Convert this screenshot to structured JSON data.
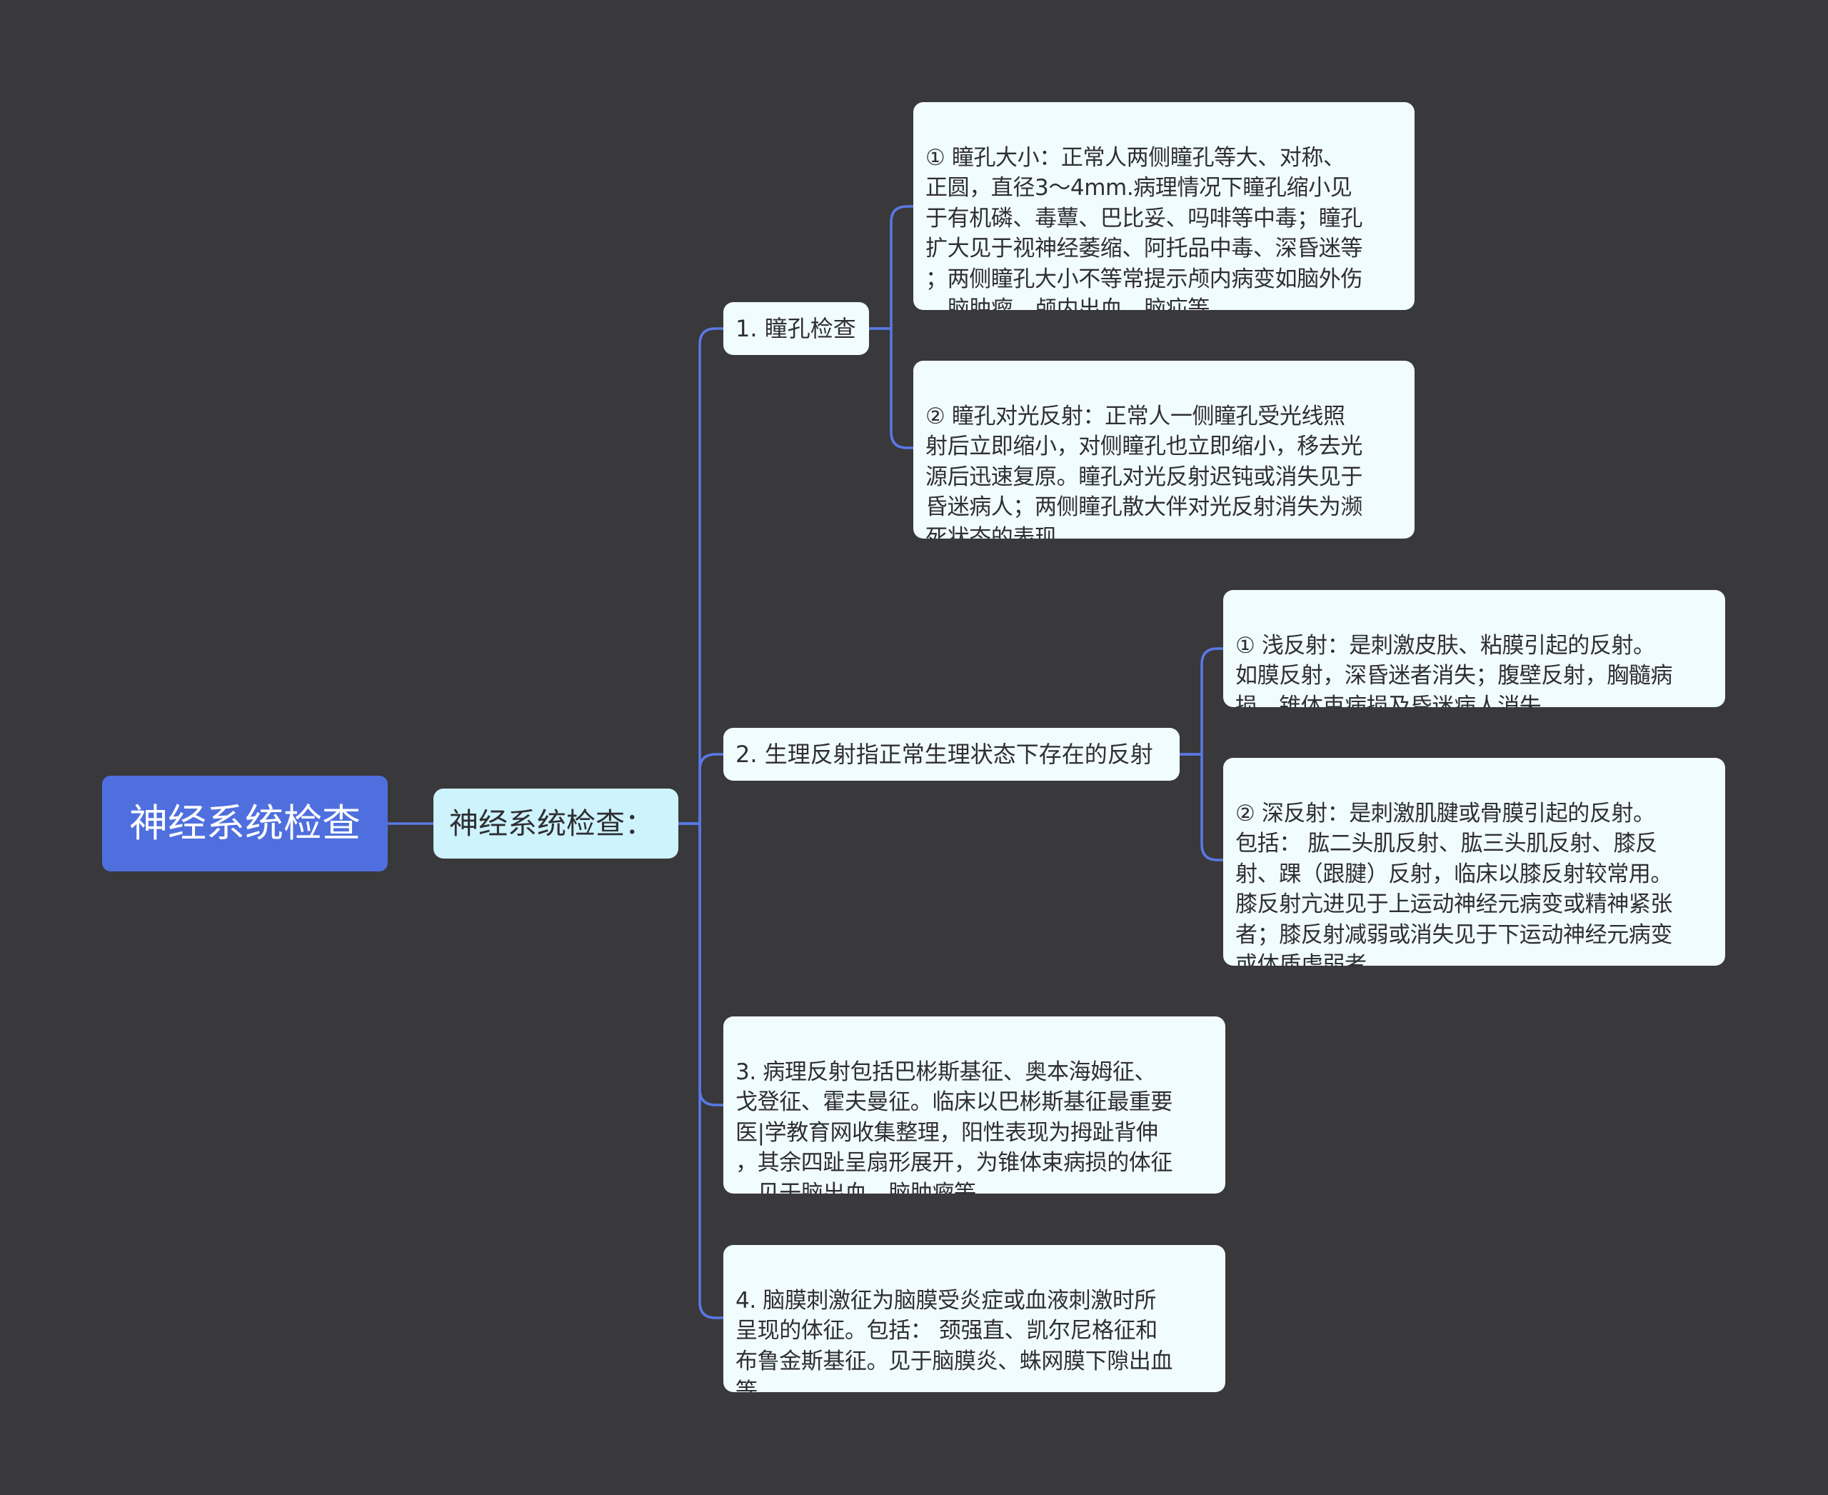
{
  "diagram": {
    "type": "mindmap",
    "colors": {
      "background": "#39383b",
      "connector": "#5a78e6",
      "root_fill": "#4f6fdf",
      "main_fill": "#cdf3fd",
      "node_fill": "#f1fcfe"
    },
    "root": {
      "text": "神经系统检查"
    },
    "main": {
      "text": "神经系统检查："
    },
    "branches": [
      {
        "text": "1. 瞳孔检查",
        "children": [
          {
            "text": "① 瞳孔大小：正常人两侧瞳孔等大、对称、\n正圆，直径3～4mm.病理情况下瞳孔缩小见\n于有机磷、毒蕈、巴比妥、吗啡等中毒；瞳孔\n扩大见于视神经萎缩、阿托品中毒、深昏迷等\n；两侧瞳孔大小不等常提示颅内病变如脑外伤\n、脑肿瘤、颅内出血、脑疝等。"
          },
          {
            "text": "② 瞳孔对光反射：正常人一侧瞳孔受光线照\n射后立即缩小，对侧瞳孔也立即缩小，移去光\n源后迅速复原。瞳孔对光反射迟钝或消失见于\n昏迷病人；两侧瞳孔散大伴对光反射消失为濒\n死状态的表现。"
          }
        ]
      },
      {
        "text": "2. 生理反射指正常生理状态下存在的反射",
        "children": [
          {
            "text": "① 浅反射：是刺激皮肤、粘膜引起的反射。\n如膜反射，深昏迷者消失；腹壁反射，胸髓病\n损、锥体束病损及昏迷病人消失。"
          },
          {
            "text": "② 深反射：是刺激肌腱或骨膜引起的反射。\n包括： 肱二头肌反射、肱三头肌反射、膝反\n射、踝（跟腱）反射，临床以膝反射较常用。\n膝反射亢进见于上运动神经元病变或精神紧张\n者；膝反射减弱或消失见于下运动神经元病变\n或体质虚弱者。"
          }
        ]
      },
      {
        "text": "3. 病理反射包括巴彬斯基征、奥本海姆征、\n戈登征、霍夫曼征。临床以巴彬斯基征最重要\n医|学教育网收集整理，阳性表现为拇趾背伸\n，其余四趾呈扇形展开，为锥体束病损的体征\n，见于脑出血、脑肿瘤等。",
        "children": []
      },
      {
        "text": "4. 脑膜刺激征为脑膜受炎症或血液刺激时所\n呈现的体征。包括： 颈强直、凯尔尼格征和\n布鲁金斯基征。见于脑膜炎、蛛网膜下隙出血\n等。",
        "children": []
      }
    ]
  }
}
